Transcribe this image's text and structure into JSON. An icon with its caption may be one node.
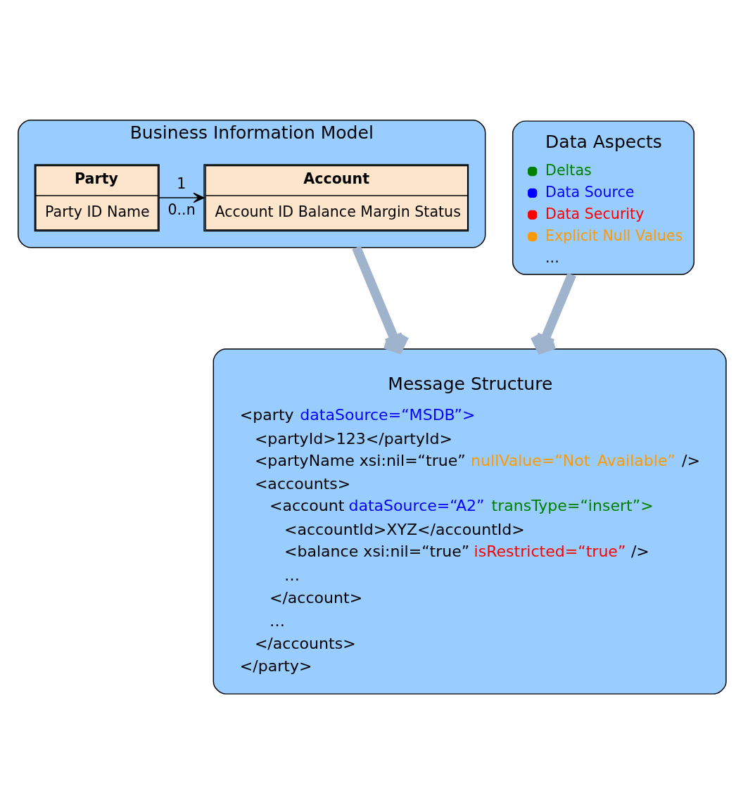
{
  "diagram": {
    "nodes": [
      {
        "text": [
          "Business Information Model"
        ]
      },
      {
        "text": [
          "Party",
          "Party ID Name"
        ],
        "in": 0
      },
      {
        "text": [
          "Account",
          "Account ID Balance Margin Status"
        ],
        "in": 0
      },
      {
        "text": [
          "Data Aspects",
          "Deltas",
          "Data Source",
          "Data Security",
          "Explicit Null Values",
          "..."
        ]
      },
      {
        "text": [
          "Message Structure",
          "<party dataSource=“MSDB”>",
          "<partyId>123</partyId>",
          "<partyName xsi:nil=“true” nullValue=“Not Available” />",
          "<accounts>",
          "<account dataSource=“A2” transType=“insert”>",
          "<accountId>XYZ</accountId>",
          "<balance xsi:nil=“true” isRestricted=“true” />",
          "…",
          "</account>",
          "…",
          "</accounts>",
          "</party>"
        ]
      }
    ],
    "edges": [
      {
        "from": 1,
        "to": 2,
        "arrow": "to",
        "color": "#000000"
      },
      {
        "from": 0,
        "to": 4,
        "arrow": "to",
        "color": "#9fb3cc"
      },
      {
        "from": 3,
        "to": 4,
        "arrow": "to",
        "color": "#9fb3cc"
      }
    ],
    "labels": [
      "1",
      "0..n"
    ]
  }
}
